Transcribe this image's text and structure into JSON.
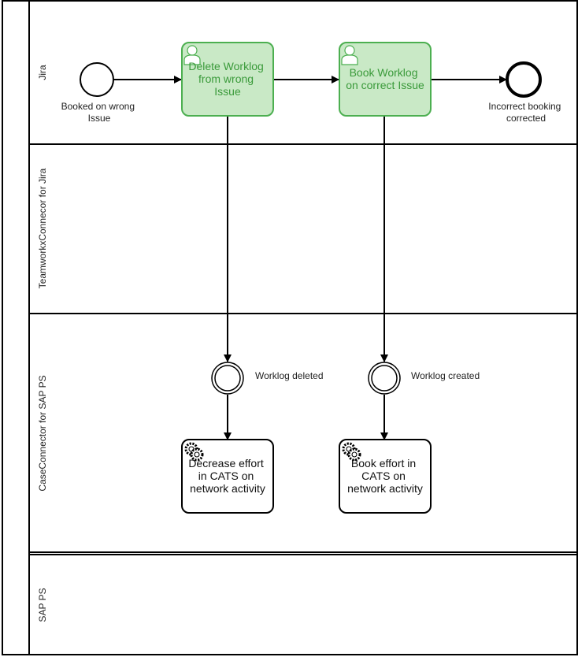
{
  "lanes": [
    {
      "label": "Jira"
    },
    {
      "label": "TeamworkxConnecor for Jira"
    },
    {
      "label": "CaseConnector for SAP PS"
    },
    {
      "label": "SAP PS"
    }
  ],
  "events": {
    "start": {
      "label_lines": [
        "Booked on wrong",
        "Issue"
      ]
    },
    "end": {
      "label_lines": [
        "Incorrect booking",
        "corrected"
      ]
    },
    "worklog_deleted": {
      "label": "Worklog deleted"
    },
    "worklog_created": {
      "label": "Worklog created"
    }
  },
  "tasks": {
    "delete_worklog": {
      "lines": [
        "Delete Worklog",
        "from wrong",
        "Issue"
      ],
      "kind": "user-icon"
    },
    "book_worklog": {
      "lines": [
        "Book Worklog",
        "on correct Issue"
      ],
      "kind": "user-icon"
    },
    "decrease_effort": {
      "lines": [
        "Decrease effort",
        "in CATS on",
        "network activity"
      ],
      "kind": "gear-icon"
    },
    "book_effort": {
      "lines": [
        "Book effort in",
        "CATS on",
        "network activity"
      ],
      "kind": "gear-icon"
    }
  },
  "colors": {
    "user_task_fill": "#c9e9c6",
    "user_task_stroke": "#4caf50",
    "user_task_text": "#3a9a3a",
    "stroke": "#000000"
  }
}
